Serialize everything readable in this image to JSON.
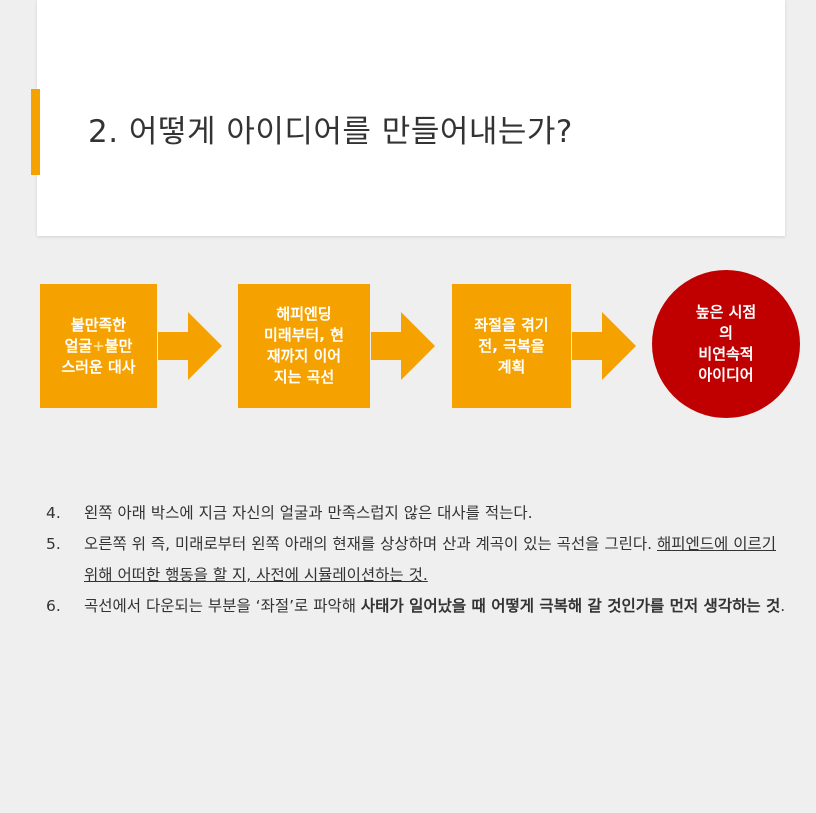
{
  "title": {
    "text": "2. 어떻게 아이디어를 만들어내는가?",
    "accent_color": "#f5a100"
  },
  "flow": {
    "colors": {
      "box": "#f5a100",
      "arrow": "#f5a100",
      "circle": "#c00000",
      "text": "#ffffff"
    },
    "box1": {
      "part1": "불만족한\n얼굴",
      "plus": "+",
      "part2": "불만\n스러운 대사"
    },
    "box2": {
      "text": "해피엔딩\n미래부터, 현\n재까지 이어\n지는 곡선"
    },
    "box3": {
      "text": "좌절을 겪기\n전, 극복을\n계획"
    },
    "circle": {
      "text": "높은 시점\n의\n비연속적\n아이디어"
    }
  },
  "list": {
    "item4": {
      "num": "4.",
      "text": "왼쪽 아래 박스에 지금 자신의 얼굴과 만족스럽지 않은 대사를 적는다."
    },
    "item5": {
      "num": "5.",
      "text": "오른쪽 위 즉, 미래로부터 왼쪽 아래의 현재를 상상하며 산과 계곡이 있는 곡선을 그린다. ",
      "underlined": "해피엔드에 이르기 위해 어떠한 행동을 할 지, 사전에 시뮬레이션하는 것."
    },
    "item6": {
      "num": "6.",
      "text": "곡선에서 다운되는 부분을 ‘좌절’로 파악해 ",
      "bold": "사태가 일어났을 때 어떻게 극복해 갈 것인가를 먼저 생각하는 것",
      "end": "."
    }
  }
}
